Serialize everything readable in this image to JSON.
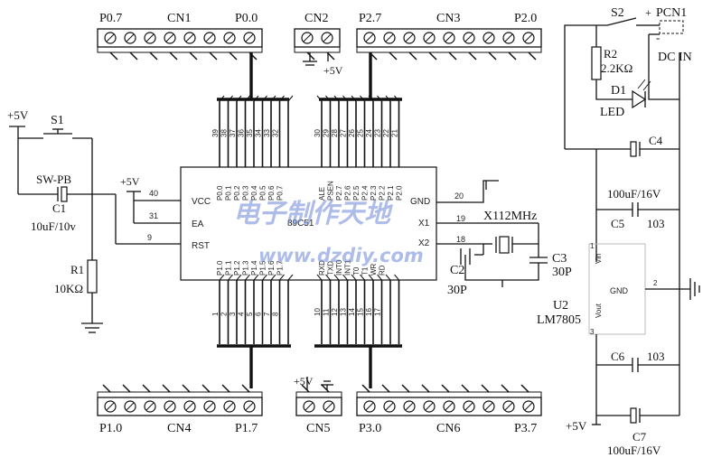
{
  "connectors": {
    "cn1": {
      "name": "CN1",
      "left": "P0.7",
      "right": "P0.0"
    },
    "cn2": {
      "name": "CN2",
      "supply": "+5V"
    },
    "cn3": {
      "name": "CN3",
      "left": "P2.7",
      "right": "P2.0"
    },
    "cn4": {
      "name": "CN4",
      "left": "P1.0",
      "right": "P1.7"
    },
    "cn5": {
      "name": "CN5",
      "supply": "+5V"
    },
    "cn6": {
      "name": "CN6",
      "left": "P3.0",
      "right": "P3.7"
    }
  },
  "power": {
    "s2": "S2",
    "pcn1": "PCN1",
    "plus": "+",
    "minus": "-",
    "dcin": "DC IN",
    "r2": "R2",
    "r2_value": "2.2KΩ",
    "d1": "D1",
    "led": "LED",
    "c4": "C4",
    "c4_value": "100uF/16V",
    "c5": "C5",
    "c5_value": "103",
    "u2": "U2",
    "u2_part": "LM7805",
    "vin": "Vin",
    "gnd": "GND",
    "vout": "Vout",
    "pin1": "1",
    "pin2": "2",
    "pin3": "3",
    "c6": "C6",
    "c6_value": "103",
    "c7": "C7",
    "c7_value": "100uF/16V",
    "out_supply": "+5V"
  },
  "reset": {
    "supply": "+5V",
    "s1": "S1",
    "sw": "SW-PB",
    "c1": "C1",
    "c1_value": "10uF/10v",
    "r1": "R1",
    "r1_value": "10KΩ"
  },
  "mcu": {
    "part": "89C51",
    "supply": "+5V",
    "vcc": "VCC",
    "ea": "EA",
    "rst": "RST",
    "gnd": "GND",
    "x1": "X1",
    "x2": "X2",
    "pin40": "40",
    "pin31": "31",
    "pin9": "9",
    "pin20": "20",
    "pin19": "19",
    "pin18": "18",
    "top_pins": [
      "39",
      "38",
      "37",
      "36",
      "35",
      "34",
      "33",
      "32",
      "30",
      "29",
      "28",
      "27",
      "26",
      "25",
      "24",
      "23",
      "22",
      "21"
    ],
    "bottom_pins": [
      "1",
      "2",
      "3",
      "4",
      "5",
      "6",
      "7",
      "8",
      "10",
      "11",
      "12",
      "13",
      "14",
      "15",
      "16",
      "17"
    ],
    "top_labels": [
      "P0.0",
      "P0.1",
      "P0.2",
      "P0.3",
      "P0.4",
      "P0.5",
      "P0.6",
      "P0.7",
      "ALE",
      "PSEN",
      "P2.7",
      "P2.6",
      "P2.5",
      "P2.4",
      "P2.3",
      "P2.2",
      "P2.1",
      "P2.0"
    ],
    "bottom_labels": [
      "P1.0",
      "P1.1",
      "P1.2",
      "P1.3",
      "P1.4",
      "P1.5",
      "P1.6",
      "P1.7",
      "RXD",
      "TXD",
      "INT0",
      "INT1",
      "T0",
      "T1",
      "WR",
      "RD"
    ]
  },
  "crystal": {
    "x": "X1",
    "freq": "12MHz",
    "c2": "C2",
    "c2_value": "30P",
    "c3": "C3",
    "c3_value": "30P"
  },
  "watermark": {
    "title": "电子制作天地",
    "url": "www.dzdiy.com"
  }
}
